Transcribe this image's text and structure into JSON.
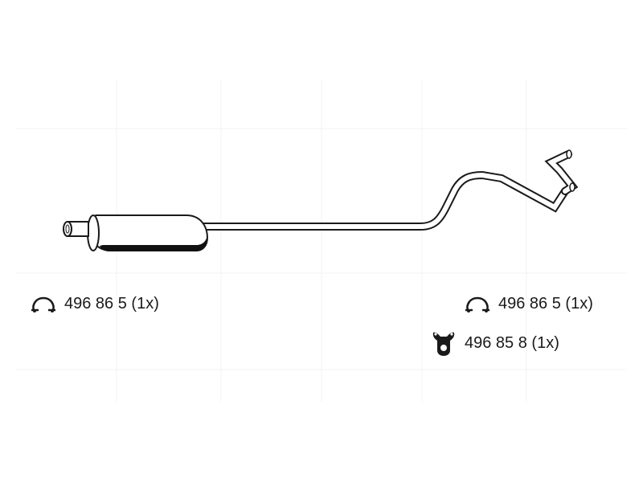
{
  "parts": [
    {
      "id": "clamp-left",
      "icon": "pipe-clamp-icon",
      "text": "496 86 5 (1x)"
    },
    {
      "id": "clamp-right",
      "icon": "pipe-clamp-icon",
      "text": "496 86 5 (1x)"
    },
    {
      "id": "hanger-right",
      "icon": "rubber-hanger-icon",
      "text": "496 85 8 (1x)"
    }
  ],
  "colors": {
    "line": "#1a1a1a",
    "fill": "#ffffff",
    "shadow": "#111111",
    "grid": "#f3f3f3"
  }
}
